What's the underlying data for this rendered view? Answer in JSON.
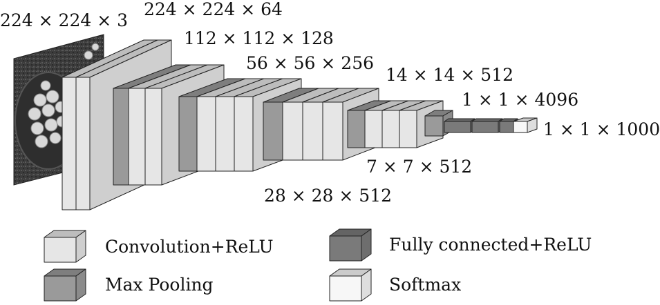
{
  "colors": {
    "conv": "#e6e6e6",
    "pool": "#9a9a9a",
    "fc": "#7a7a7a",
    "softmax": "#f7f7f7",
    "stroke": "#222222",
    "photo_bg": "#3a3a3a"
  },
  "dimension_labels": {
    "input": "224 × 224 × 3",
    "block1": "224 × 224 × 64",
    "block2": "112 × 112 × 128",
    "block3": "56 × 56 × 256",
    "block4": "28 × 28 × 512",
    "block5": "14 × 14 × 512",
    "pool5": "7 × 7 × 512",
    "fc": "1 × 1 × 4096",
    "output": "1 × 1 × 1000"
  },
  "legend": {
    "conv": "Convolution+ReLU",
    "pool": "Max Pooling",
    "fc": "Fully connected+ReLU",
    "softmax": "Softmax"
  },
  "input_image": "input-photo"
}
